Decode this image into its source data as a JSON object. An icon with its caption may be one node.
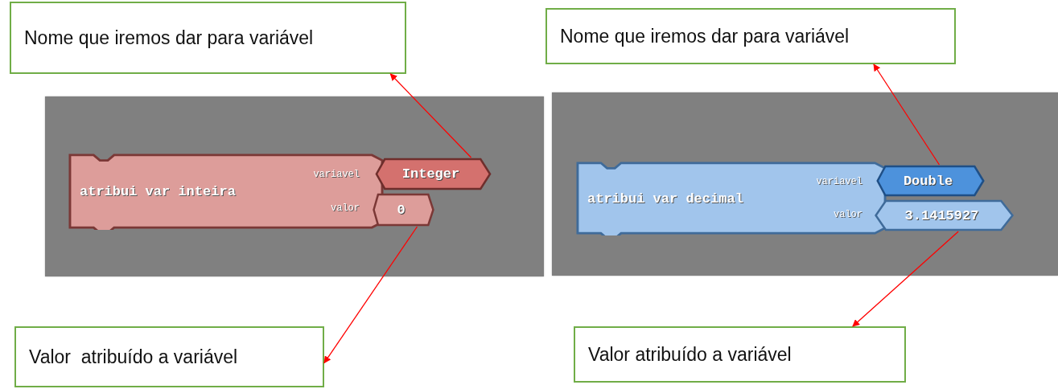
{
  "diagram": {
    "nodes": [
      {
        "text": [
          "Nome que iremos dar para variável"
        ]
      },
      {
        "text": [
          "Nome que iremos dar para variável"
        ]
      },
      {
        "text": [],
        "shape": "box"
      },
      {
        "text": [
          "atribui var inteira",
          "variavel",
          "valor"
        ],
        "in": 2
      },
      {
        "text": [
          "Integer"
        ],
        "in": 2
      },
      {
        "text": [
          "0"
        ],
        "in": 2
      },
      {
        "text": [],
        "shape": "box"
      },
      {
        "text": [
          "atribui var decimal",
          "variavel",
          "valor"
        ],
        "in": 6
      },
      {
        "text": [
          "Double"
        ],
        "in": 6
      },
      {
        "text": [
          "3.1415927"
        ],
        "in": 6
      },
      {
        "text": [
          "Valor  atribuído a variável"
        ]
      },
      {
        "text": [
          "Valor atribuído a variável"
        ]
      }
    ],
    "edges": [
      {
        "from": 4,
        "to": 0,
        "arrow": "to"
      },
      {
        "from": 8,
        "to": 1,
        "arrow": "to"
      },
      {
        "from": 5,
        "to": 10,
        "arrow": "to"
      },
      {
        "from": 9,
        "to": 11,
        "arrow": "to"
      }
    ]
  }
}
